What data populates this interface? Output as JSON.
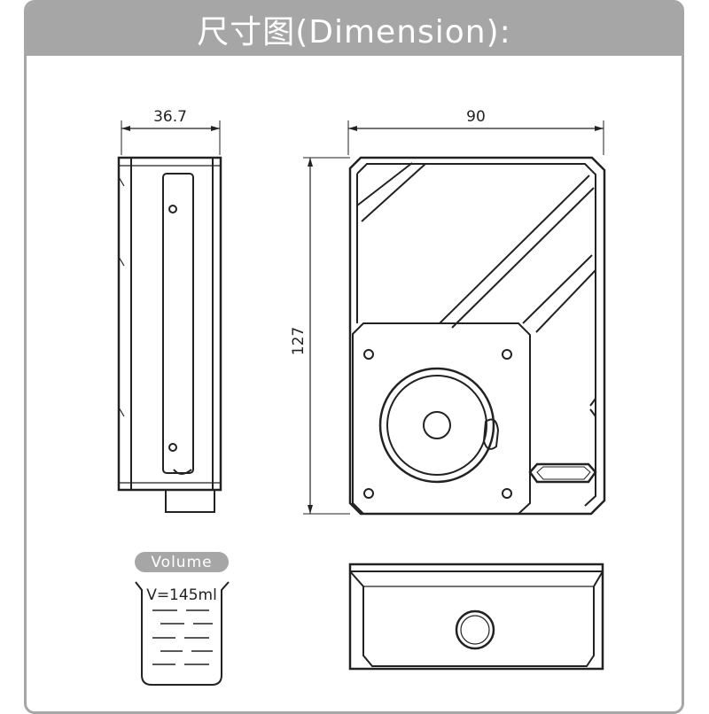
{
  "header": {
    "title": "尺寸图(Dimension):"
  },
  "dimensions": {
    "width_side": "36.7",
    "width_front": "90",
    "height_front": "127"
  },
  "volume": {
    "badge": "Volume",
    "value": "V=145ml"
  },
  "colors": {
    "header_bg": "#a6a6a6",
    "line": "#222222",
    "header_text": "#ffffff"
  }
}
